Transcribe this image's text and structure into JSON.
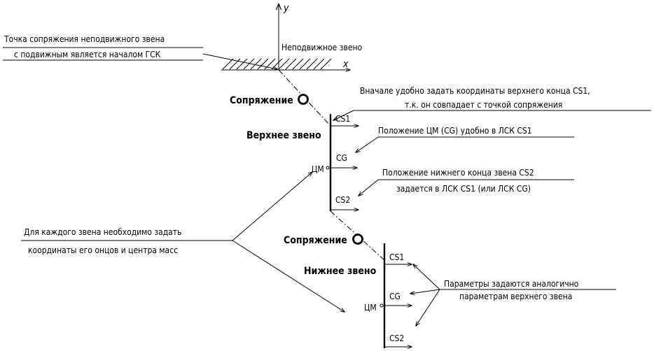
{
  "axes": {
    "y_label": "y",
    "x_label": "x"
  },
  "labels": {
    "fixed_link": "Неподвижное звено",
    "joint_top": "Сопряжение",
    "upper_link": "Верхнее звено",
    "joint_bottom": "Сопряжение",
    "lower_link": "Нижнее звено",
    "cm_upper": "ЦМ",
    "cm_lower": "ЦМ",
    "cs1_upper": "CS1",
    "cg_upper": "CG",
    "cs2_upper": "CS2",
    "cs1_lower": "CS1",
    "cg_lower": "CG",
    "cs2_lower": "CS2"
  },
  "notes": {
    "origin_line1": "Точка сопряжения неподвижного звена",
    "origin_line2": "с подвижным является началом ГСК",
    "cs1_line1": "Вначале удобно задать координаты верхнего конца CS1,",
    "cs1_line2": "т.к. он совпадает с точкой сопряжения",
    "cg_line1": "Положение ЦМ (CG) удобно в ЛСК CS1",
    "cs2_line1": "Положение нижнего конца звена CS2",
    "cs2_line2": "задается в ЛСК CS1 (или ЛСК CG)",
    "each_line1": "Для каждого звена необходимо задать",
    "each_line2": "координаты его онцов и центра масс",
    "params_line1": "Параметры задаются аналогично",
    "params_line2": "параметрам верхнего звена"
  }
}
